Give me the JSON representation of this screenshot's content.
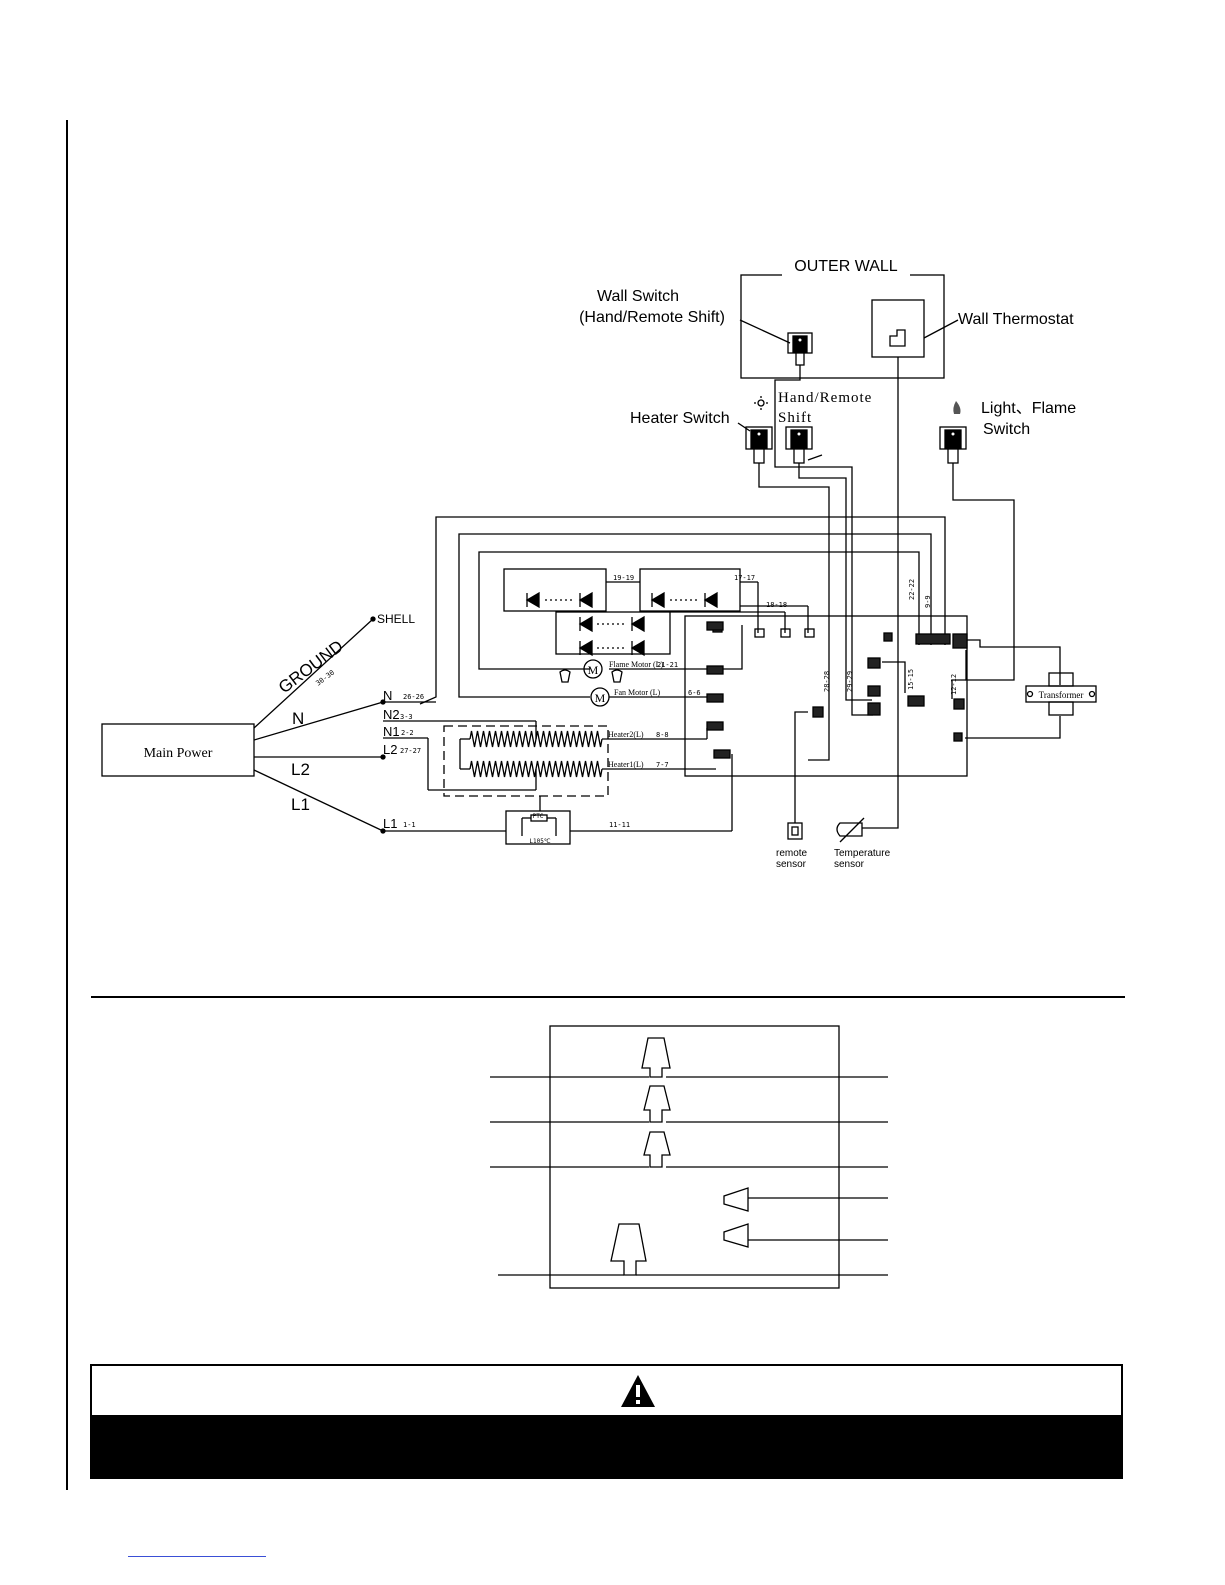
{
  "diagram": {
    "outer_wall": "OUTER  WALL",
    "wall_switch_line1": "Wall Switch",
    "wall_switch_line2": "(Hand/Remote Shift)",
    "wall_thermostat": "Wall Thermostat",
    "heater_switch": "Heater Switch",
    "hand_remote_line1": "Hand/Remote",
    "hand_remote_line2": "Shift",
    "light_flame_line1": "Light、Flame",
    "light_flame_line2": "Switch",
    "main_power": "Main Power",
    "ground": "GROUND",
    "ground_code": "30-30",
    "shell": "SHELL",
    "wire_n": "N",
    "wire_l2": "L2",
    "wire_l1": "L1",
    "term_n": "N",
    "term_n_code": "26-26",
    "term_n2": "N2",
    "term_n2_code": "3-3",
    "term_n1": "N1",
    "term_n1_code": "2-2",
    "term_l2": "L2",
    "term_l2_code": "27-27",
    "term_l1": "L1",
    "term_l1_code": "1-1",
    "flame_motor": "Flame Motor (L)",
    "fan_motor": "Fan Motor (L)",
    "heater2": "Heater2(L)",
    "heater1": "Heater1(L)",
    "code_21": "21-21",
    "code_6": "6-6",
    "code_8": "8-8",
    "code_7": "7-7",
    "code_11": "11-11",
    "code_19": "19-19",
    "code_17": "17-17",
    "code_18": "18-18",
    "code_22": "22-22",
    "code_9": "9-9",
    "code_28": "28-28",
    "code_29": "29-29",
    "code_15": "15-15",
    "code_12": "12-12",
    "ptc": "PTC",
    "ptc_temp": "L105℃",
    "transformer": "Transformer",
    "remote_sensor_line1": "remote",
    "remote_sensor_line2": "sensor",
    "temp_sensor_line1": "Temperature",
    "temp_sensor_line2": "sensor",
    "motor_symbol": "M"
  },
  "warning": {
    "icon": "warning-triangle-icon"
  }
}
